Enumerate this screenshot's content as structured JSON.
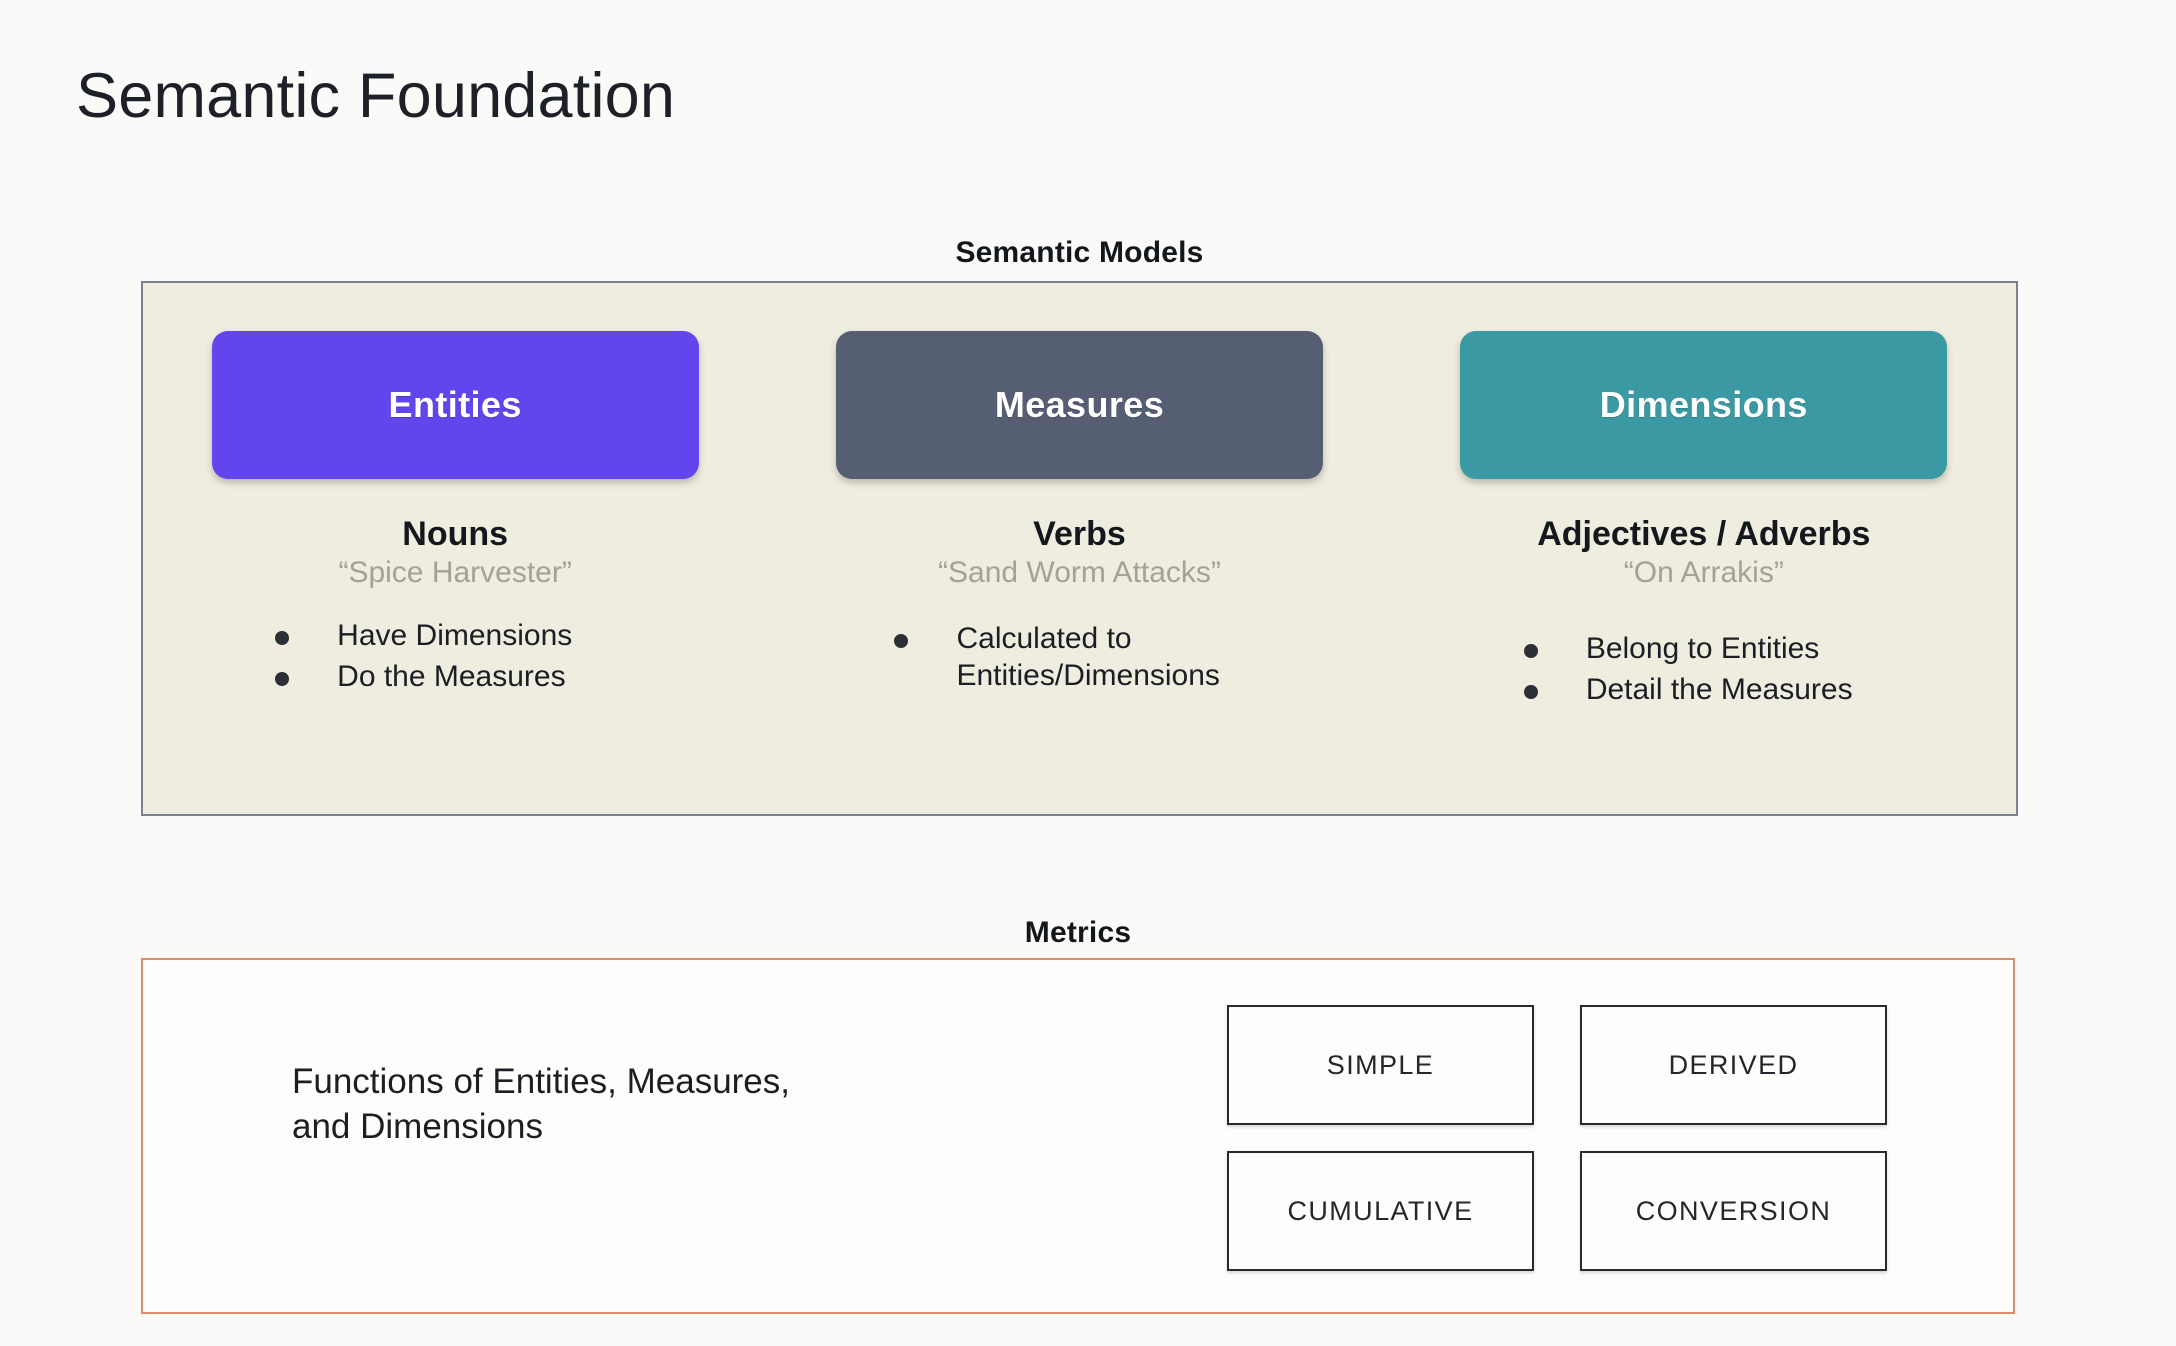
{
  "slide": {
    "title": "Semantic Foundation",
    "background_color": "#fafbf9"
  },
  "semantic_models": {
    "heading": "Semantic Models",
    "panel_background": "#efece0",
    "panel_border": "#7a8290",
    "columns": [
      {
        "card_label": "Entities",
        "card_color": "#6245ec",
        "part_of_speech": "Nouns",
        "example": "“Spice Harvester”",
        "bullets": [
          "Have Dimensions",
          "Do the Measures"
        ]
      },
      {
        "card_label": "Measures",
        "card_color": "#565e73",
        "part_of_speech": "Verbs",
        "example": "“Sand Worm Attacks”",
        "bullets": [
          "Calculated to Entities/Dimensions"
        ]
      },
      {
        "card_label": "Dimensions",
        "card_color": "#3b99a3",
        "part_of_speech": "Adjectives / Adverbs",
        "example": "“On Arrakis”",
        "bullets": [
          "Belong to Entities",
          "Detail the Measures"
        ]
      }
    ]
  },
  "metrics": {
    "heading": "Metrics",
    "panel_border": "#e08a6e",
    "description_line_1": "Functions of Entities, Measures,",
    "description_line_2": "and Dimensions",
    "types": [
      "SIMPLE",
      "DERIVED",
      "CUMULATIVE",
      "CONVERSION"
    ]
  }
}
